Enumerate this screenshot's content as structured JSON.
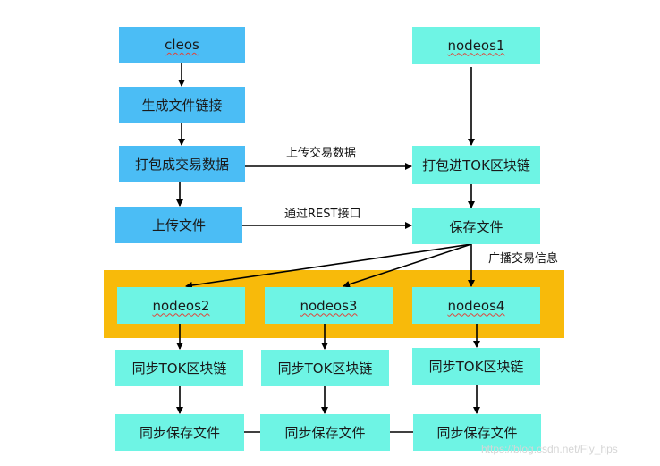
{
  "nodes": {
    "cleos": "cleos",
    "gen_link": "生成文件链接",
    "pack_tx": "打包成交易数据",
    "upload_file": "上传文件",
    "nodeos1": "nodeos1",
    "pack_tok": "打包进TOK区块链",
    "save_file": "保存文件",
    "nodeos2": "nodeos2",
    "nodeos3": "nodeos3",
    "nodeos4": "nodeos4",
    "sync_tok_1": "同步TOK区块链",
    "sync_tok_2": "同步TOK区块链",
    "sync_tok_3": "同步TOK区块链",
    "sync_save_1": "同步保存文件",
    "sync_save_2": "同步保存文件",
    "sync_save_3": "同步保存文件"
  },
  "edge_labels": {
    "upload_tx": "上传交易数据",
    "via_rest": "通过REST接口",
    "broadcast": "广播交易信息"
  },
  "watermark": "https://blog.csdn.net/Fly_hps",
  "colors": {
    "blue_box": "#4bbdf5",
    "cyan_box": "#6ef4e4",
    "group_bg": "#f8ba0a",
    "arrow": "#000000"
  }
}
